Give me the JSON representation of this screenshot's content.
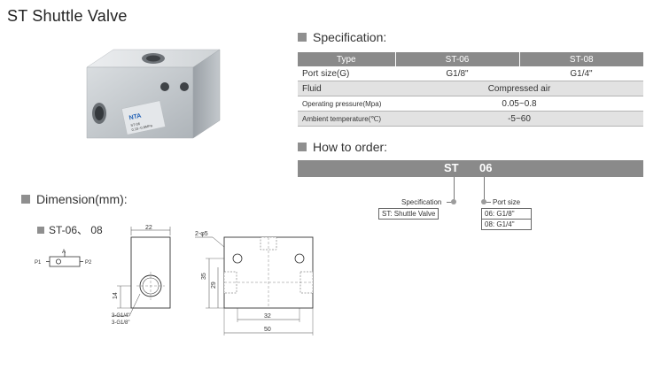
{
  "title": "ST Shuttle Valve",
  "photo": {
    "brand": "NTA",
    "label_line1": "ST-06",
    "label_line2": "0.15~0.8MPa"
  },
  "specification": {
    "heading": "Specification:",
    "type_label": "Type",
    "models": [
      "ST-06",
      "ST-08"
    ],
    "rows": [
      {
        "label": "Port size(G)",
        "values": [
          "G1/8\"",
          "G1/4\""
        ]
      },
      {
        "label": "Fluid",
        "value": "Compressed air"
      },
      {
        "label": "Operating pressure(Mpa)",
        "value": "0.05~0.8"
      },
      {
        "label": "Ambient temperature(℃)",
        "value": "-5~60"
      }
    ]
  },
  "how_to_order": {
    "heading": "How to order:",
    "codes": [
      "ST",
      "06"
    ],
    "spec_title": "Specification",
    "spec_value": "ST: Shuttle Valve",
    "port_title": "Port size",
    "port_values": [
      "06: G1/8\"",
      "08: G1/4\""
    ]
  },
  "dimension": {
    "heading": "Dimension(mm):",
    "subheading": "ST-06、 08",
    "symbol": {
      "a": "A",
      "p1": "P1",
      "p2": "P2"
    },
    "front": {
      "width": "22",
      "height": "14",
      "ports": [
        "3-G1/4\"",
        "3-G1/8\""
      ]
    },
    "side": {
      "holes": "2-φ5",
      "h35": "35",
      "h29": "29",
      "w32": "32",
      "w50": "50"
    }
  },
  "colors": {
    "header_gray": "#8a8a8a",
    "row_shade": "#e2e2e2",
    "bullet": "#8f8f8f"
  }
}
